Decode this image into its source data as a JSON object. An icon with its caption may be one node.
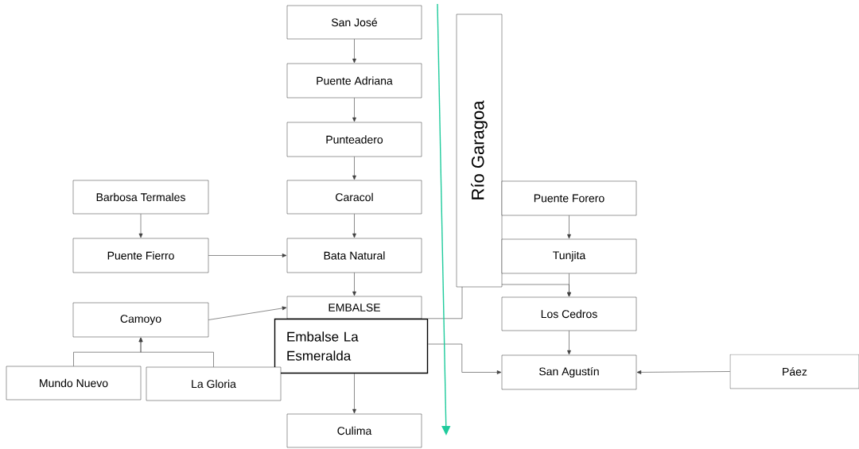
{
  "diagram": {
    "nodes": [
      {
        "text": [
          "San José"
        ]
      },
      {
        "text": [
          "Puente Adriana"
        ]
      },
      {
        "text": [
          "Punteadero"
        ]
      },
      {
        "text": [
          "Caracol"
        ]
      },
      {
        "text": [
          "Bata Natural"
        ]
      },
      {
        "text": [
          "EMBALSE"
        ]
      },
      {
        "text": [
          "Embalse La Esmeralda"
        ]
      },
      {
        "text": [
          "Culima"
        ]
      },
      {
        "text": [
          "Barbosa Termales"
        ]
      },
      {
        "text": [
          "Puente Fierro"
        ]
      },
      {
        "text": [
          "Camoyo"
        ]
      },
      {
        "text": [
          "Mundo Nuevo"
        ]
      },
      {
        "text": [
          "La Gloria"
        ]
      },
      {
        "text": [
          "Río Garagoa"
        ]
      },
      {
        "text": [
          "Puente Forero"
        ]
      },
      {
        "text": [
          "Tunjita"
        ]
      },
      {
        "text": [
          "Los Cedros"
        ]
      },
      {
        "text": [
          "San Agustín"
        ]
      },
      {
        "text": [
          "Páez"
        ]
      }
    ],
    "edges": [
      {
        "from": 0,
        "to": 1,
        "arrow": "to"
      },
      {
        "from": 1,
        "to": 2,
        "arrow": "to"
      },
      {
        "from": 2,
        "to": 3,
        "arrow": "to"
      },
      {
        "from": 3,
        "to": 4,
        "arrow": "to"
      },
      {
        "from": 4,
        "to": 5,
        "arrow": "to"
      },
      {
        "from": 8,
        "to": 9,
        "arrow": "to"
      },
      {
        "from": 9,
        "to": 4,
        "arrow": "to"
      },
      {
        "from": 10,
        "to": 5,
        "arrow": "to"
      },
      {
        "from": 11,
        "to": 10,
        "arrow": "to"
      },
      {
        "from": 12,
        "to": 10,
        "arrow": "to"
      },
      {
        "from": 6,
        "to": 7,
        "arrow": "to"
      },
      {
        "from": 14,
        "to": 15,
        "arrow": "to"
      },
      {
        "from": 15,
        "to": 16,
        "arrow": "to"
      },
      {
        "from": 13,
        "to": 16,
        "arrow": "to"
      },
      {
        "from": 13,
        "to": 6,
        "arrow": "none"
      },
      {
        "from": 6,
        "to": 17,
        "arrow": "to"
      },
      {
        "from": 16,
        "to": 17,
        "arrow": "to"
      },
      {
        "from": 18,
        "to": 17,
        "arrow": "to"
      }
    ]
  }
}
